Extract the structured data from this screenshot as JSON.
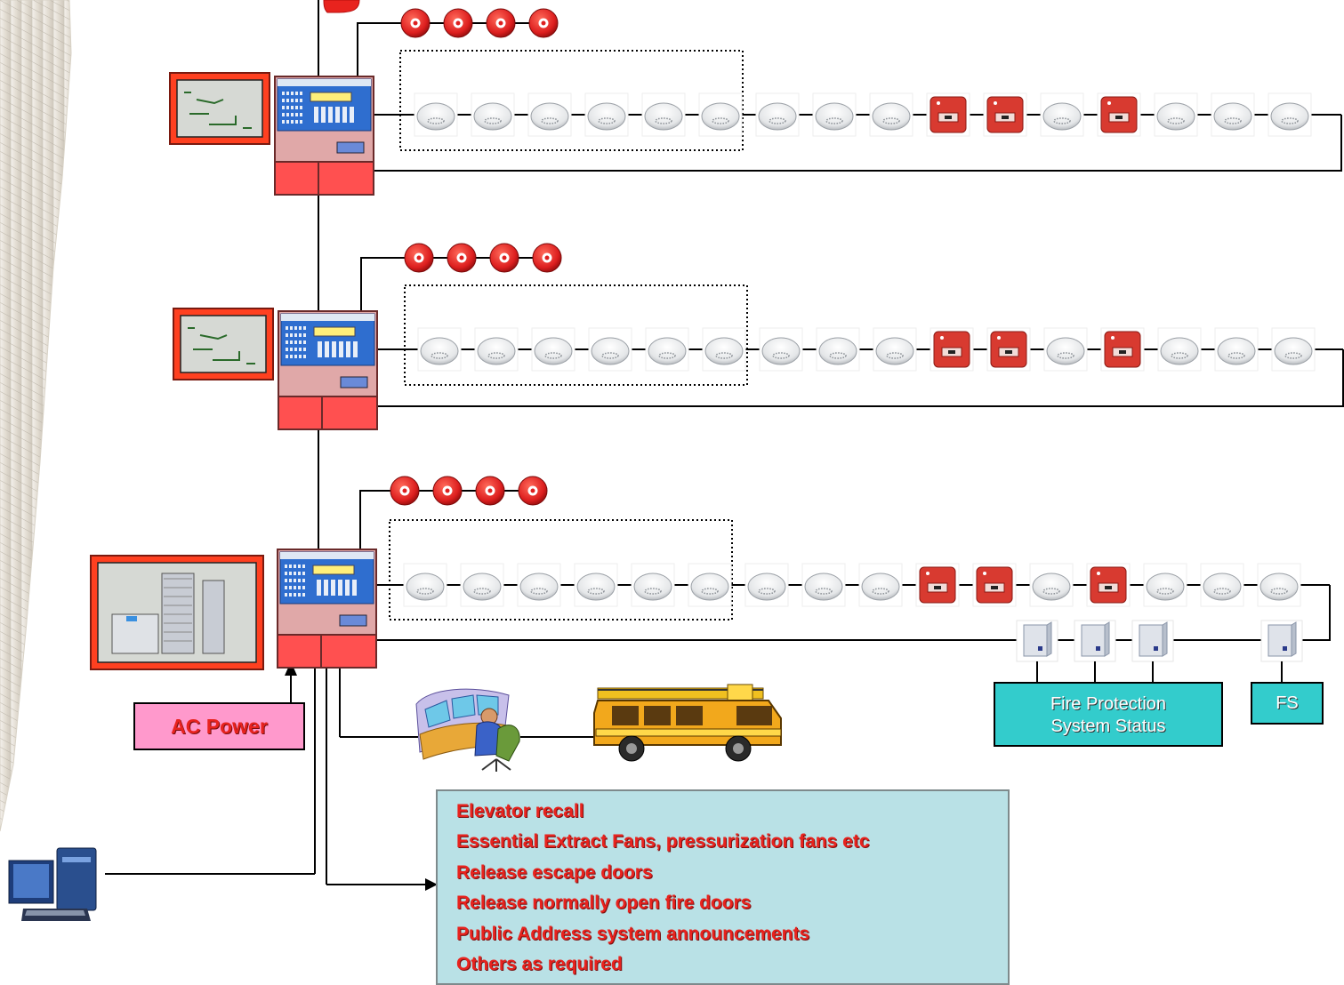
{
  "labels": {
    "ac_power": "AC Power",
    "fire_protection_status": [
      "Fire Protection",
      "System Status"
    ],
    "fs": "FS"
  },
  "actions": [
    "Elevator recall",
    "Essential Extract Fans, pressurization fans etc",
    "Release escape doors",
    "Release normally open fire doors",
    "Public Address system announcements",
    "Others as required"
  ],
  "loops": [
    {
      "sounders": 4,
      "devices": [
        "smoke",
        "smoke",
        "smoke",
        "smoke",
        "smoke",
        "smoke",
        "smoke",
        "smoke",
        "smoke",
        "callpoint",
        "callpoint",
        "smoke",
        "callpoint",
        "smoke",
        "smoke",
        "smoke"
      ]
    },
    {
      "sounders": 4,
      "devices": [
        "smoke",
        "smoke",
        "smoke",
        "smoke",
        "smoke",
        "smoke",
        "smoke",
        "smoke",
        "smoke",
        "callpoint",
        "callpoint",
        "smoke",
        "callpoint",
        "smoke",
        "smoke",
        "smoke"
      ]
    },
    {
      "sounders": 4,
      "devices": [
        "smoke",
        "smoke",
        "smoke",
        "smoke",
        "smoke",
        "smoke",
        "smoke",
        "smoke",
        "smoke",
        "callpoint",
        "callpoint",
        "smoke",
        "callpoint",
        "smoke",
        "smoke",
        "smoke"
      ]
    }
  ],
  "modules": {
    "count": 4
  },
  "colors": {
    "panel_red": "#ff5050",
    "panel_pink": "#e0a8a8",
    "sounder_red": "#dd1f1f",
    "label_teal": "#33cccc",
    "ac_pink": "#ff99cc",
    "action_bg": "#b9e1e6",
    "action_text": "#e8231e"
  },
  "icons": [
    "smoke-detector-icon",
    "manual-call-point-icon",
    "sounder-icon",
    "control-panel-icon",
    "mimic-display-icon",
    "workstation-icon",
    "control-room-operator-icon",
    "fire-truck-icon",
    "interface-module-icon"
  ]
}
